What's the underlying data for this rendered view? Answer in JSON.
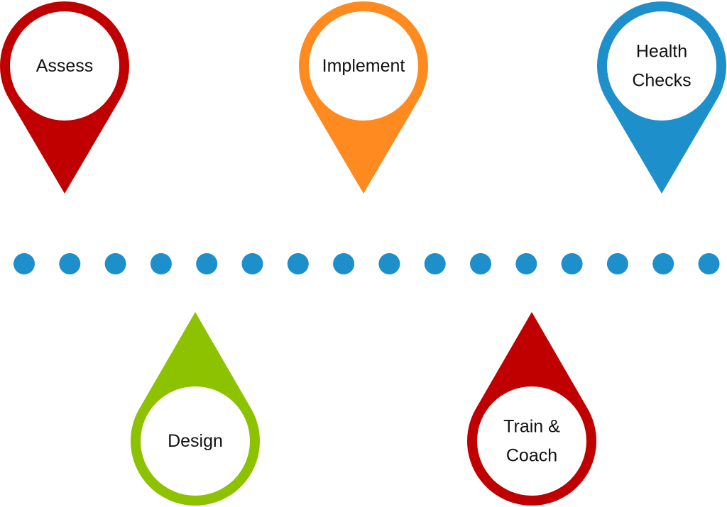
{
  "diagram": {
    "type": "timeline",
    "dot_color": "#1D8FCB",
    "dot_count": 16,
    "stages": [
      {
        "label_lines": [
          "Assess"
        ],
        "color": "#C00000",
        "position": "above"
      },
      {
        "label_lines": [
          "Design"
        ],
        "color": "#8CC200",
        "position": "below"
      },
      {
        "label_lines": [
          "Implement"
        ],
        "color": "#FF8A1F",
        "position": "above"
      },
      {
        "label_lines": [
          "Train &",
          "Coach"
        ],
        "color": "#C00000",
        "position": "below"
      },
      {
        "label_lines": [
          "Health",
          "Checks"
        ],
        "color": "#1D8FCB",
        "position": "above"
      }
    ]
  }
}
